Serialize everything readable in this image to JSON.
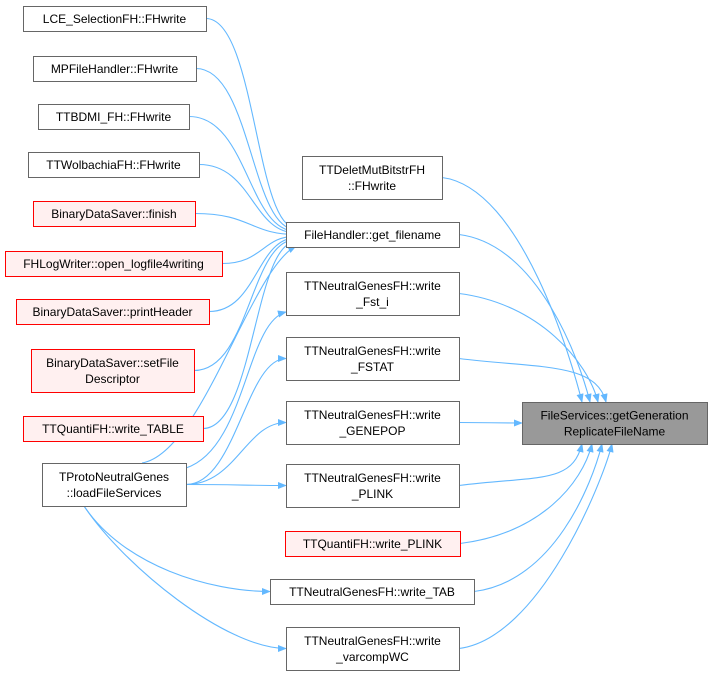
{
  "graph": {
    "target": {
      "lines": [
        "FileServices::getGeneration",
        "ReplicateFileName"
      ],
      "style": "target"
    },
    "nodes": [
      {
        "id": "lce",
        "lines": [
          "LCE_SelectionFH::FHwrite"
        ],
        "style": "normal"
      },
      {
        "id": "mpfh",
        "lines": [
          "MPFileHandler::FHwrite"
        ],
        "style": "normal"
      },
      {
        "id": "ttbdmi",
        "lines": [
          "TTBDMI_FH::FHwrite"
        ],
        "style": "normal"
      },
      {
        "id": "ttwol",
        "lines": [
          "TTWolbachiaFH::FHwrite"
        ],
        "style": "normal"
      },
      {
        "id": "bds_finish",
        "lines": [
          "BinaryDataSaver::finish"
        ],
        "style": "red"
      },
      {
        "id": "fhlog",
        "lines": [
          "FHLogWriter::open_logfile4writing"
        ],
        "style": "red"
      },
      {
        "id": "bds_print",
        "lines": [
          "BinaryDataSaver::printHeader"
        ],
        "style": "red"
      },
      {
        "id": "bds_setfile",
        "lines": [
          "BinaryDataSaver::setFile",
          "Descriptor"
        ],
        "style": "red"
      },
      {
        "id": "ttq_table",
        "lines": [
          "TTQuantiFH::write_TABLE"
        ],
        "style": "red"
      },
      {
        "id": "tproto",
        "lines": [
          "TProtoNeutralGenes",
          "::loadFileServices"
        ],
        "style": "normal"
      },
      {
        "id": "ttdelet",
        "lines": [
          "TTDeletMutBitstrFH",
          "::FHwrite"
        ],
        "style": "normal"
      },
      {
        "id": "getfn",
        "lines": [
          "FileHandler::get_filename"
        ],
        "style": "normal"
      },
      {
        "id": "fst_i",
        "lines": [
          "TTNeutralGenesFH::write",
          "_Fst_i"
        ],
        "style": "normal"
      },
      {
        "id": "fstat",
        "lines": [
          "TTNeutralGenesFH::write",
          "_FSTAT"
        ],
        "style": "normal"
      },
      {
        "id": "genepop",
        "lines": [
          "TTNeutralGenesFH::write",
          "_GENEPOP"
        ],
        "style": "normal"
      },
      {
        "id": "plink",
        "lines": [
          "TTNeutralGenesFH::write",
          "_PLINK"
        ],
        "style": "normal"
      },
      {
        "id": "ttq_plink",
        "lines": [
          "TTQuantiFH::write_PLINK"
        ],
        "style": "red"
      },
      {
        "id": "tab",
        "lines": [
          "TTNeutralGenesFH::write_TAB"
        ],
        "style": "normal"
      },
      {
        "id": "varcomp",
        "lines": [
          "TTNeutralGenesFH::write",
          "_varcompWC"
        ],
        "style": "normal"
      }
    ],
    "edges": [
      [
        "lce",
        "getfn"
      ],
      [
        "mpfh",
        "getfn"
      ],
      [
        "ttbdmi",
        "getfn"
      ],
      [
        "ttwol",
        "getfn"
      ],
      [
        "bds_finish",
        "getfn"
      ],
      [
        "fhlog",
        "getfn"
      ],
      [
        "bds_print",
        "getfn"
      ],
      [
        "bds_setfile",
        "getfn"
      ],
      [
        "ttq_table",
        "getfn"
      ],
      [
        "tproto",
        "getfn"
      ],
      [
        "tproto",
        "fst_i"
      ],
      [
        "tproto",
        "fstat"
      ],
      [
        "tproto",
        "genepop"
      ],
      [
        "tproto",
        "plink"
      ],
      [
        "tproto",
        "tab"
      ],
      [
        "tproto",
        "varcomp"
      ],
      [
        "ttdelet",
        "target"
      ],
      [
        "getfn",
        "target"
      ],
      [
        "fst_i",
        "target"
      ],
      [
        "fstat",
        "target"
      ],
      [
        "genepop",
        "target"
      ],
      [
        "plink",
        "target"
      ],
      [
        "ttq_plink",
        "target"
      ],
      [
        "tab",
        "target"
      ],
      [
        "varcomp",
        "target"
      ]
    ],
    "colors": {
      "edge": "#63b8ff",
      "normal_border": "#666666",
      "red_border": "#ff0000",
      "red_fill": "#fff0f0",
      "target_fill": "#999999"
    }
  }
}
